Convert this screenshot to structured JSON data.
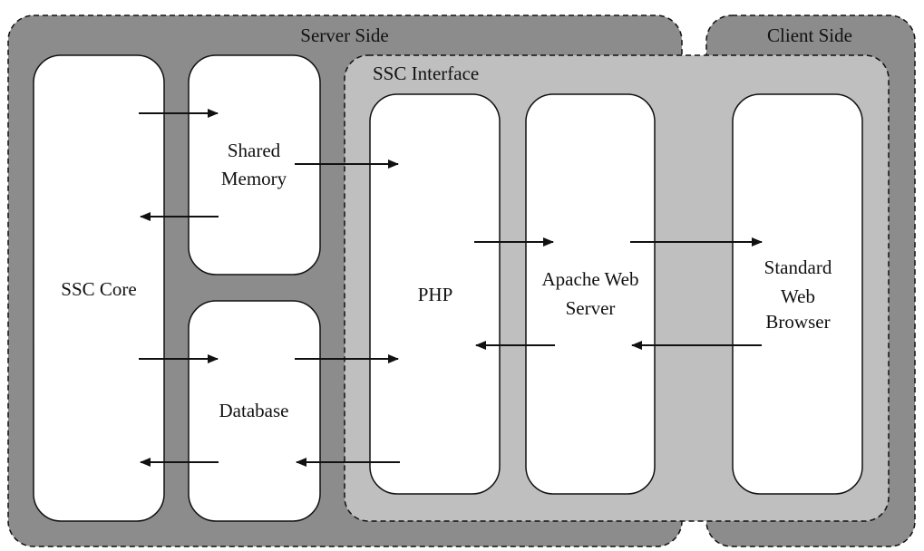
{
  "zones": {
    "server": {
      "label": "Server Side"
    },
    "client": {
      "label": "Client Side"
    },
    "interface": {
      "label": "SSC Interface"
    }
  },
  "components": {
    "core": {
      "lines": [
        "SSC Core"
      ]
    },
    "shared_memory": {
      "lines": [
        "Shared",
        "Memory"
      ]
    },
    "database": {
      "lines": [
        "Database"
      ]
    },
    "php": {
      "lines": [
        "PHP"
      ]
    },
    "apache": {
      "lines": [
        "Apache Web",
        "Server"
      ]
    },
    "browser": {
      "lines": [
        "Standard",
        "Web",
        "Browser"
      ]
    }
  },
  "connections": [
    {
      "from": "SSC Core",
      "to": "Shared Memory"
    },
    {
      "from": "Shared Memory",
      "to": "SSC Core"
    },
    {
      "from": "SSC Core",
      "to": "Database"
    },
    {
      "from": "Database",
      "to": "SSC Core"
    },
    {
      "from": "Shared Memory",
      "to": "PHP"
    },
    {
      "from": "Database",
      "to": "PHP"
    },
    {
      "from": "PHP",
      "to": "Database"
    },
    {
      "from": "PHP",
      "to": "Apache Web Server"
    },
    {
      "from": "Apache Web Server",
      "to": "PHP"
    },
    {
      "from": "Apache Web Server",
      "to": "Standard Web Browser"
    },
    {
      "from": "Standard Web Browser",
      "to": "Apache Web Server"
    }
  ],
  "colors": {
    "outer_fill": "#8c8c8c",
    "interface_fill": "#bfbfbf",
    "box_fill": "#ffffff",
    "stroke": "#111111"
  }
}
